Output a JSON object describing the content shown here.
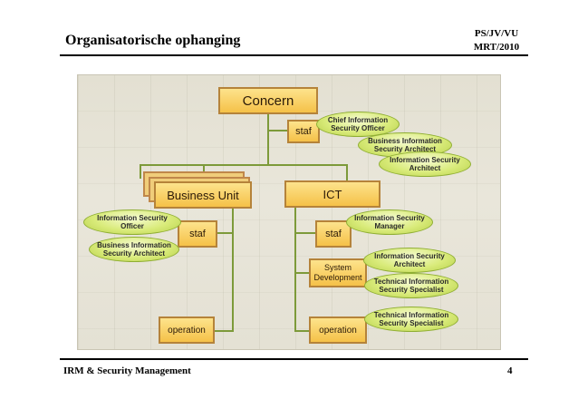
{
  "header": {
    "title": "Organisatorische ophanging",
    "meta_line1": "PS/JV/VU",
    "meta_line2": "MRT/2010"
  },
  "footer": {
    "left": "IRM & Security Management",
    "page_number": "4"
  },
  "diagram": {
    "concern": "Concern",
    "concern_staf": "staf",
    "business_unit": "Business Unit",
    "bu_staf": "staf",
    "bu_operation": "operation",
    "ict": "ICT",
    "ict_staf": "staf",
    "system_development": "System Development",
    "ict_operation": "operation",
    "roles": {
      "chief_iso": "Chief Information Security Officer",
      "concern_bisa": "Business Information Security Architect",
      "concern_isa": "Information Security Architect",
      "bu_iso": "Information Security Officer",
      "bu_bisa": "Business Information Security Architect",
      "ict_ism": "Information Security Manager",
      "sd_isa": "Information Security Architect",
      "sd_tiss": "Technical Information Security Specialist",
      "op_tiss": "Technical Information Security Specialist"
    }
  }
}
